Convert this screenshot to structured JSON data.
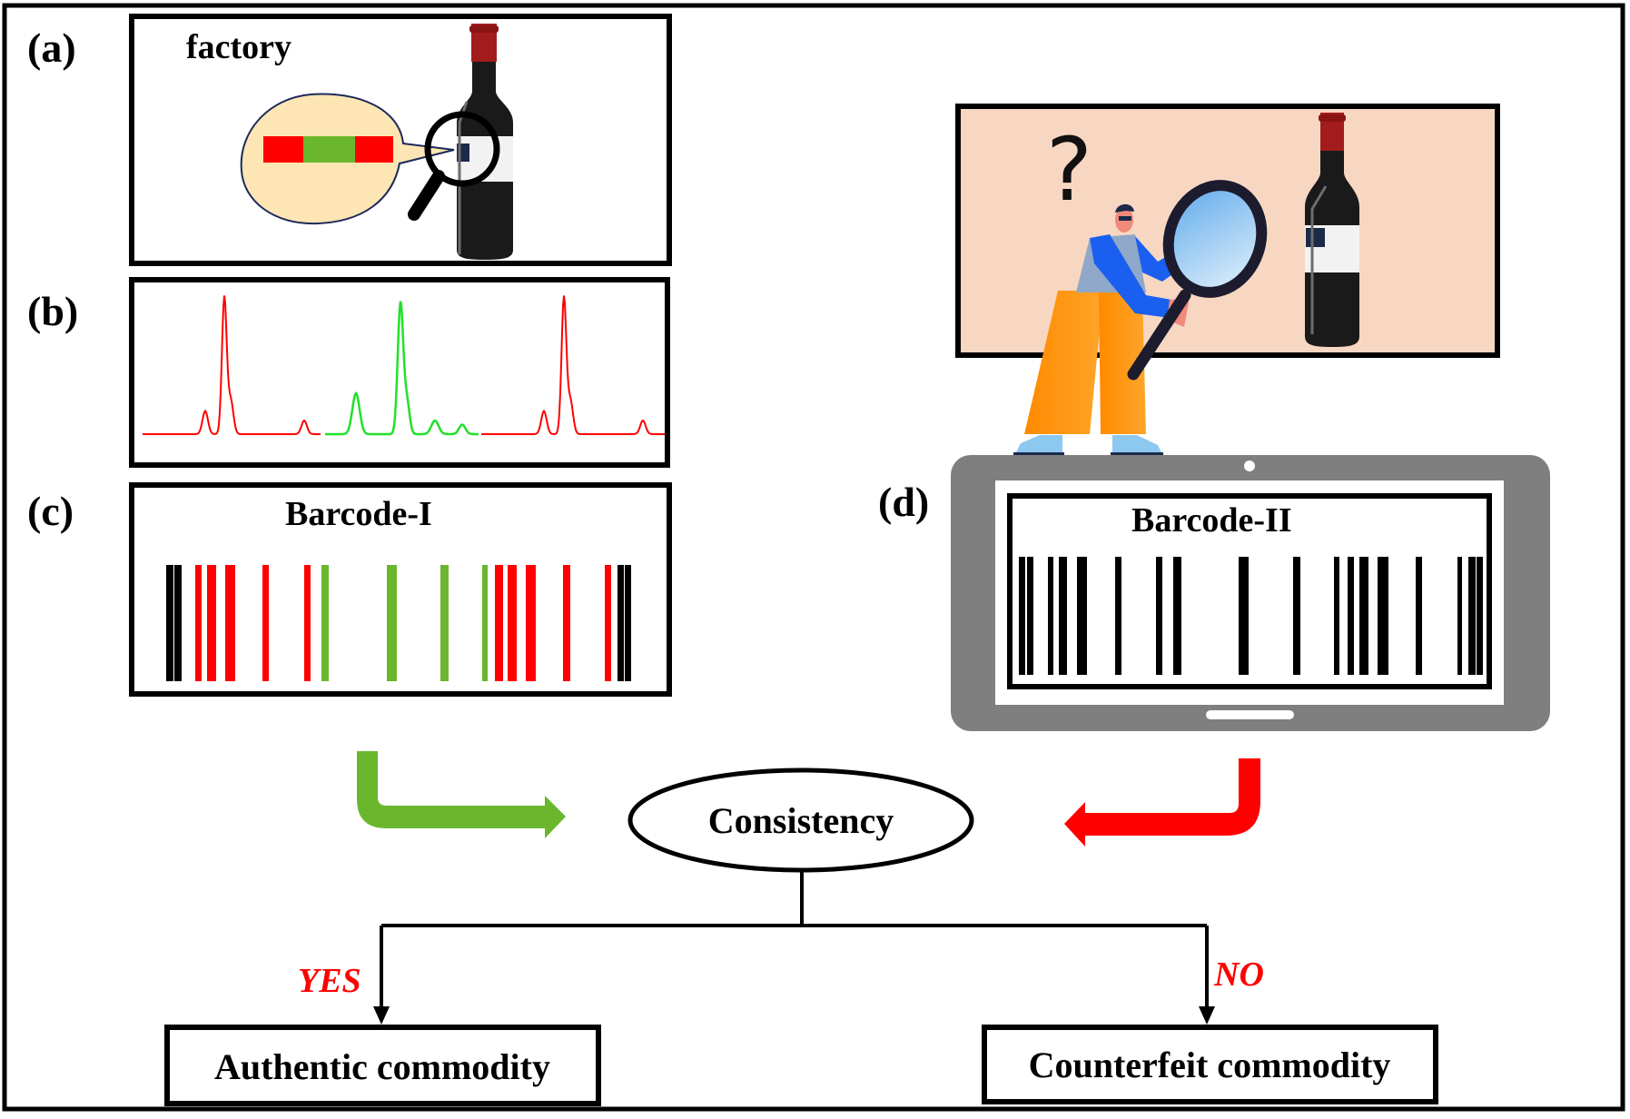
{
  "figure": {
    "panels": {
      "a": {
        "label": "(a)",
        "title": "factory"
      },
      "b": {
        "label": "(b)"
      },
      "c": {
        "label": "(c)",
        "title": "Barcode-I"
      },
      "d": {
        "label": "(d)",
        "title": "Barcode-II"
      }
    },
    "scene": {
      "question_mark": "?"
    },
    "flow": {
      "decision": "Consistency",
      "yes_label": "YES",
      "no_label": "NO",
      "yes_outcome": "Authentic commodity",
      "no_outcome": "Counterfeit commodity"
    },
    "colors": {
      "red": "#ff0000",
      "green": "#6ab72e",
      "spectrum_green": "#22e02a",
      "black": "#000000",
      "peach": "#f8d7c2",
      "bubble": "#fde6b4",
      "tablet_gray": "#7f7f7f",
      "bottle": "#1a1a1a",
      "cap": "#a31c1c"
    },
    "color_code_strip": [
      "red",
      "green",
      "red"
    ],
    "barcode_I": [
      "black",
      "black",
      "red",
      "red",
      "red",
      "red",
      "red",
      "green",
      "green",
      "green",
      "green",
      "red",
      "red",
      "red",
      "red",
      "red",
      "black",
      "black"
    ],
    "barcode_II_bar_count": 18,
    "spectra": [
      {
        "color": "red",
        "peaks": [
          0.17,
          1.0,
          0.1
        ]
      },
      {
        "color": "green",
        "peaks": [
          0.3,
          0.96,
          0.1,
          0.07
        ]
      },
      {
        "color": "red",
        "peaks": [
          0.17,
          1.0,
          0.1
        ]
      }
    ]
  }
}
